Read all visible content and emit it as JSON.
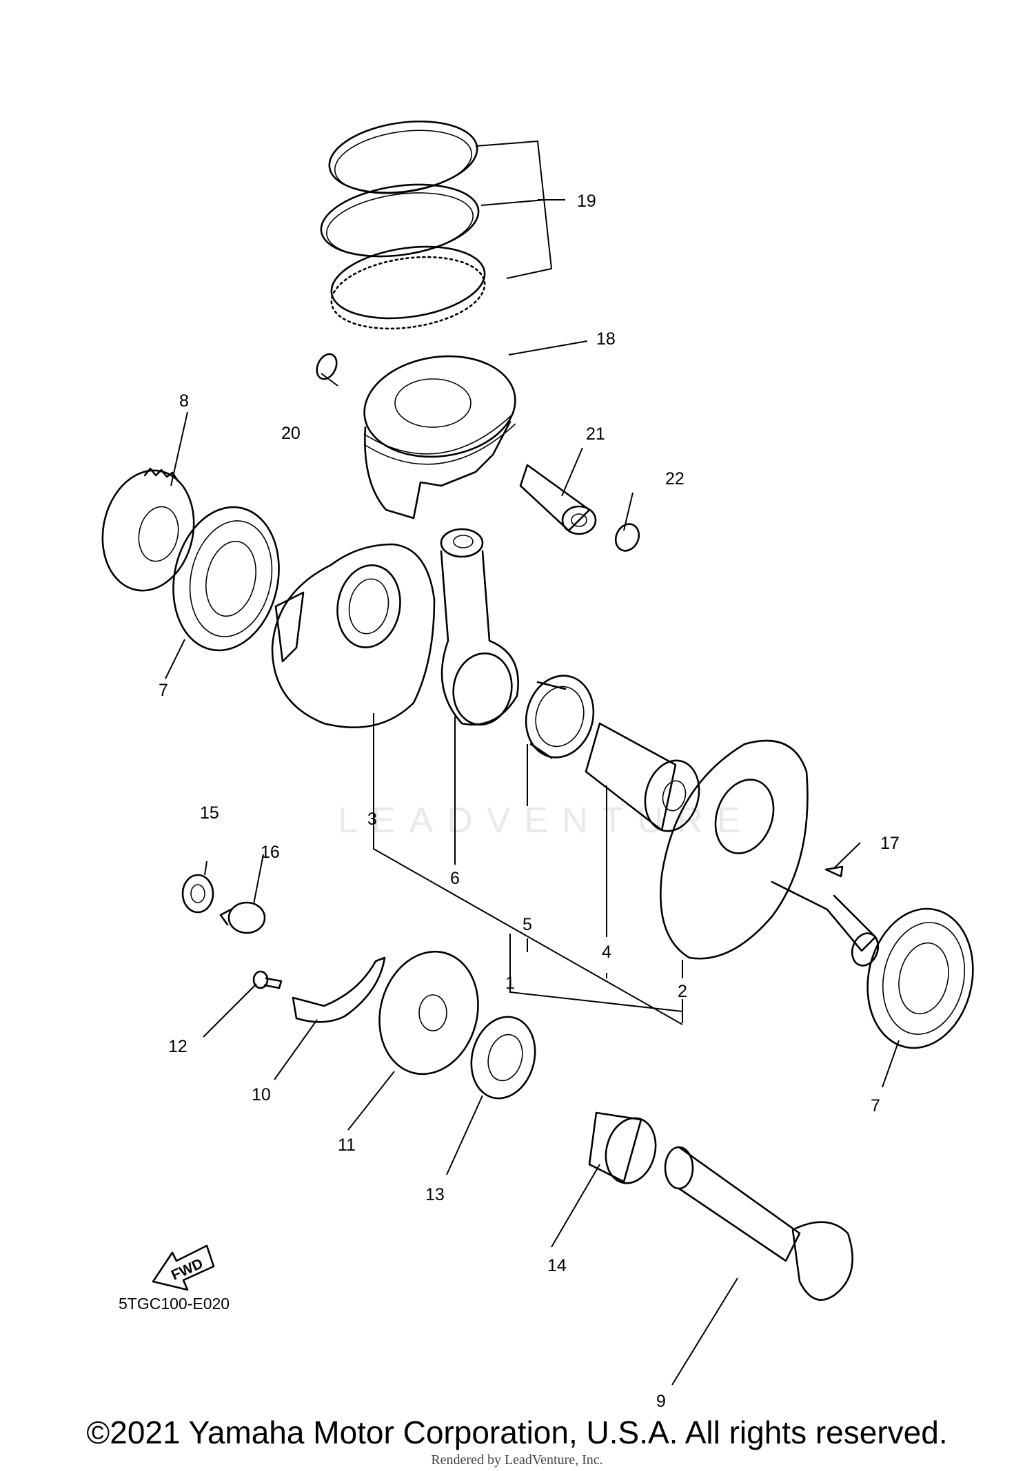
{
  "diagram": {
    "watermark": "LEADVENTURE",
    "ref_code": "5TGC100-E020",
    "fwd_label": "FWD",
    "callouts": {
      "c1": "1",
      "c2": "2",
      "c3": "3",
      "c4": "4",
      "c5": "5",
      "c6": "6",
      "c7a": "7",
      "c7b": "7",
      "c8": "8",
      "c9": "9",
      "c10": "10",
      "c11": "11",
      "c12": "12",
      "c13": "13",
      "c14": "14",
      "c15": "15",
      "c16": "16",
      "c17": "17",
      "c18": "18",
      "c19": "19",
      "c20": "20",
      "c21": "21",
      "c22": "22"
    }
  },
  "footer": {
    "copyright": "©2021 Yamaha Motor Corporation, U.S.A. All rights reserved.",
    "rendered_by": "Rendered by LeadVenture, Inc."
  }
}
